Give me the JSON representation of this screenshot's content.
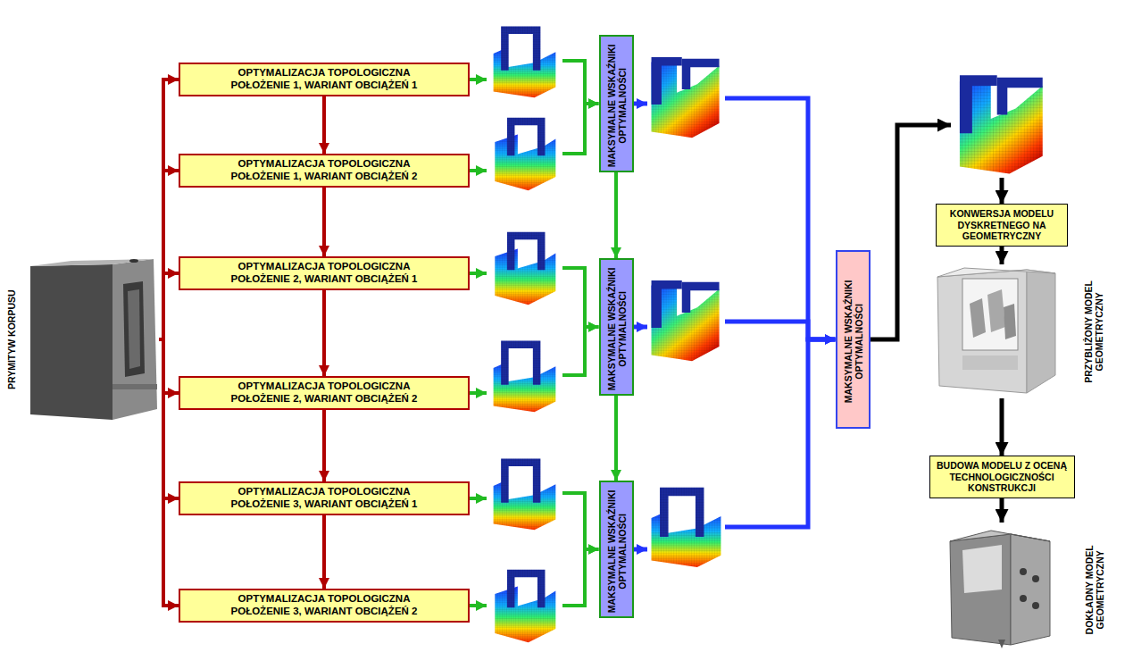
{
  "diagram": {
    "nodes": [
      {
        "text": [
          "PRYMITYW KORPUSU"
        ]
      },
      {
        "text": [
          "OPTYMALIZACJA TOPOLOGICZNA POŁOŻENIE 1, WARIANT OBCIĄŻEŃ 1"
        ]
      },
      {
        "text": [
          "OPTYMALIZACJA TOPOLOGICZNA POŁOŻENIE 1, WARIANT OBCIĄŻEŃ 2"
        ]
      },
      {
        "text": [
          "OPTYMALIZACJA TOPOLOGICZNA POŁOŻENIE 2, WARIANT OBCIĄŻEŃ 1"
        ]
      },
      {
        "text": [
          "OPTYMALIZACJA TOPOLOGICZNA POŁOŻENIE 2, WARIANT OBCIĄŻEŃ 2"
        ]
      },
      {
        "text": [
          "OPTYMALIZACJA TOPOLOGICZNA POŁOŻENIE 3, WARIANT OBCIĄŻEŃ 1"
        ]
      },
      {
        "text": [
          "OPTYMALIZACJA TOPOLOGICZNA POŁOŻENIE 3, WARIANT OBCIĄŻEŃ 2"
        ]
      },
      {
        "text": [
          "MAKSYMALNE WSKAŹNIKI OPTYMALNOŚCI"
        ]
      },
      {
        "text": [
          "MAKSYMALNE WSKAŹNIKI OPTYMALNOŚCI"
        ]
      },
      {
        "text": [
          "MAKSYMALNE WSKAŹNIKI OPTYMALNOŚCI"
        ]
      },
      {
        "text": [
          "MAKSYMALNE WSKAŹNIKI OPTYMALNOŚCI"
        ]
      },
      {
        "text": [
          "KONWERSJA MODELU DYSKRETNEGO NA GEOMETRYCZNY"
        ]
      },
      {
        "text": [
          "PRZYBLIŻONY MODEL GEOMETRYCZNY"
        ]
      },
      {
        "text": [
          "BUDOWA MODELU Z OCENĄ TECHNOLOGICZNOŚCI KONSTRUKCJI"
        ]
      },
      {
        "text": [
          "DOKŁADNY MODEL GEOMETRYCZNY"
        ]
      }
    ],
    "edges": [
      {
        "from": 0,
        "to": 1,
        "arrow": "to"
      },
      {
        "from": 0,
        "to": 2,
        "arrow": "to"
      },
      {
        "from": 0,
        "to": 3,
        "arrow": "to"
      },
      {
        "from": 0,
        "to": 4,
        "arrow": "to"
      },
      {
        "from": 0,
        "to": 5,
        "arrow": "to"
      },
      {
        "from": 0,
        "to": 6,
        "arrow": "to"
      },
      {
        "from": 1,
        "to": 2,
        "arrow": "to"
      },
      {
        "from": 2,
        "to": 3,
        "arrow": "to"
      },
      {
        "from": 3,
        "to": 4,
        "arrow": "to"
      },
      {
        "from": 4,
        "to": 5,
        "arrow": "to"
      },
      {
        "from": 5,
        "to": 6,
        "arrow": "to"
      },
      {
        "from": 1,
        "to": 7,
        "arrow": "to"
      },
      {
        "from": 2,
        "to": 7,
        "arrow": "to"
      },
      {
        "from": 3,
        "to": 8,
        "arrow": "to"
      },
      {
        "from": 4,
        "to": 8,
        "arrow": "to"
      },
      {
        "from": 5,
        "to": 9,
        "arrow": "to"
      },
      {
        "from": 6,
        "to": 9,
        "arrow": "to"
      },
      {
        "from": 7,
        "to": 8,
        "arrow": "to"
      },
      {
        "from": 8,
        "to": 9,
        "arrow": "to"
      },
      {
        "from": 7,
        "to": 10,
        "arrow": "to"
      },
      {
        "from": 8,
        "to": 10,
        "arrow": "to"
      },
      {
        "from": 9,
        "to": 10,
        "arrow": "to"
      },
      {
        "from": 10,
        "to": 11,
        "arrow": "to"
      },
      {
        "from": 11,
        "to": 12,
        "arrow": "to"
      },
      {
        "from": 12,
        "to": 13,
        "arrow": "to"
      },
      {
        "from": 13,
        "to": 14,
        "arrow": "to"
      }
    ]
  }
}
